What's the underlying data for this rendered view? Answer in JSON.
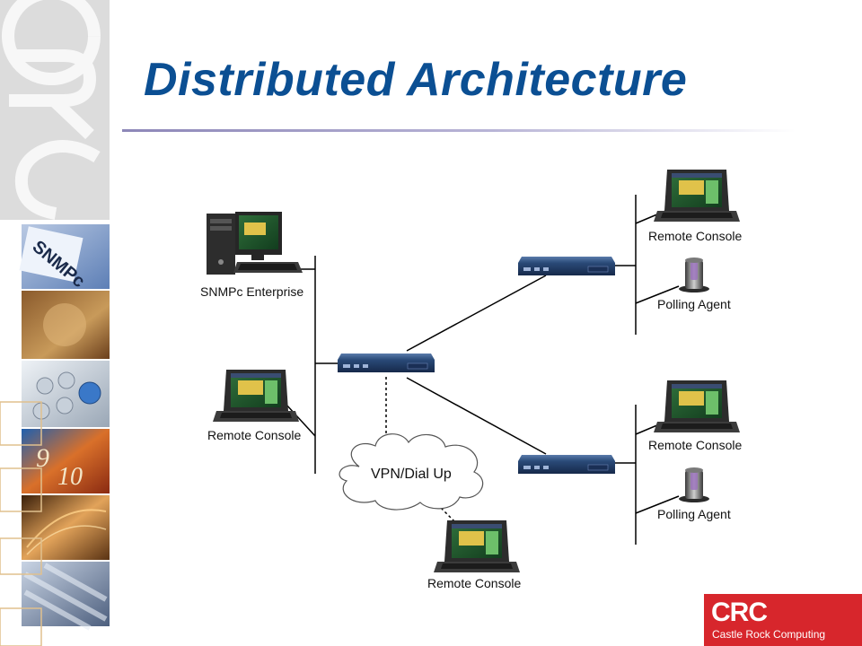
{
  "slide": {
    "title": "Distributed Architecture"
  },
  "side_strip": {
    "watermark": "CRC",
    "keyboard_text": "SNMPc"
  },
  "colors": {
    "title": "#0b4f93",
    "router_body": "#2a4a78",
    "logo_background": "#d7262c"
  },
  "diagram": {
    "nodes": {
      "snmpc_enterprise": {
        "label": "SNMPc Enterprise",
        "icon": "desktop-workstation-icon"
      },
      "remote_console_local": {
        "label": "Remote Console",
        "icon": "laptop-icon"
      },
      "remote_console_top": {
        "label": "Remote Console",
        "icon": "laptop-icon"
      },
      "polling_agent_top": {
        "label": "Polling Agent",
        "icon": "polling-agent-device-icon"
      },
      "remote_console_mid": {
        "label": "Remote Console",
        "icon": "laptop-icon"
      },
      "polling_agent_bottom": {
        "label": "Polling Agent",
        "icon": "polling-agent-device-icon"
      },
      "remote_console_vpn": {
        "label": "Remote Console",
        "icon": "laptop-icon"
      }
    },
    "cloud": {
      "label": "VPN/Dial Up",
      "icon": "cloud-icon"
    },
    "routers": [
      "central-router-icon",
      "top-right-router-icon",
      "bottom-right-router-icon"
    ]
  },
  "logo": {
    "mark": "CRC",
    "name": "Castle Rock Computing"
  }
}
